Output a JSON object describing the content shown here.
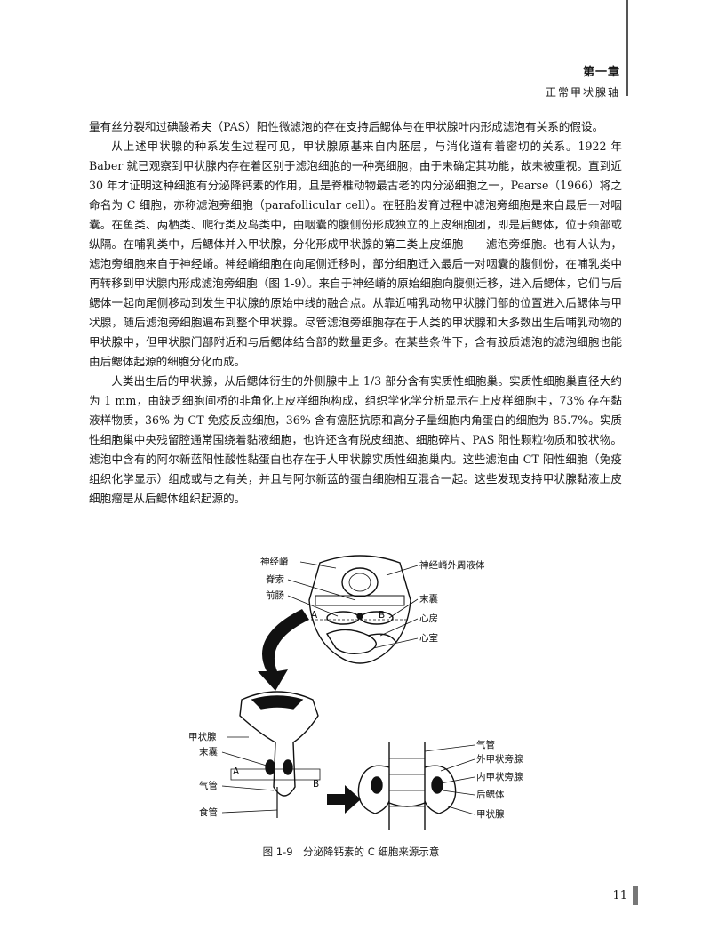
{
  "header": {
    "chapter": "第一章",
    "subtitle": "正常甲状腺轴"
  },
  "paragraphs": [
    "量有丝分裂和过碘酸希夫（PAS）阳性微滤泡的存在支持后鳃体与在甲状腺叶内形成滤泡有关系的假设。",
    "从上述甲状腺的种系发生过程可见，甲状腺原基来自内胚层，与消化道有着密切的关系。1922 年 Baber 就已观察到甲状腺内存在着区别于滤泡细胞的一种亮细胞，由于未确定其功能，故未被重视。直到近 30 年才证明这种细胞有分泌降钙素的作用，且是脊椎动物最古老的内分泌细胞之一，Pearse（1966）将之命名为 C 细胞，亦称滤泡旁细胞（parafollicular cell）。在胚胎发育过程中滤泡旁细胞是来自最后一对咽囊。在鱼类、两栖类、爬行类及鸟类中，由咽囊的腹侧份形成独立的上皮细胞团，即是后鳃体，位于颈部或纵隔。在哺乳类中，后鳃体并入甲状腺，分化形成甲状腺的第二类上皮细胞——滤泡旁细胞。也有人认为，滤泡旁细胞来自于神经嵴。神经嵴细胞在向尾侧迁移时，部分细胞迁入最后一对咽囊的腹侧份，在哺乳类中再转移到甲状腺内形成滤泡旁细胞（图 1-9）。来自于神经嵴的原始细胞向腹侧迁移，进入后鳃体，它们与后鳃体一起向尾侧移动到发生甲状腺的原始中线的融合点。从靠近哺乳动物甲状腺门部的位置进入后鳃体与甲状腺，随后滤泡旁细胞遍布到整个甲状腺。尽管滤泡旁细胞存在于人类的甲状腺和大多数出生后哺乳动物的甲状腺中，但甲状腺门部附近和与后鳃体结合部的数量更多。在某些条件下，含有胶质滤泡的滤泡细胞也能由后鳃体起源的细胞分化而成。",
    "人类出生后的甲状腺，从后鳃体衍生的外侧腺中上 1/3 部分含有实质性细胞巢。实质性细胞巢直径大约为 1 mm，由缺乏细胞间桥的非角化上皮样细胞构成，组织学化学分析显示在上皮样细胞中，73% 存在黏液样物质，36% 为 CT 免疫反应细胞，36% 含有癌胚抗原和高分子量细胞内角蛋白的细胞为 85.7%。实质性细胞巢中央残留腔通常围绕着黏液细胞，也许还含有脱皮细胞、细胞碎片、PAS 阳性颗粒物质和胶状物。滤泡中含有的阿尔新蓝阳性酸性黏蛋白也存在于人甲状腺实质性细胞巢内。这些滤泡由 CT 阳性细胞（免疫组织化学显示）组成或与之有关，并且与阿尔新蓝的蛋白细胞相互混合一起。这些发现支持甲状腺黏液上皮细胞瘤是从后鳃体组织起源的。"
  ],
  "figure": {
    "labels": {
      "neural_crest": "神经嵴",
      "notochord": "脊索",
      "foregut": "前肠",
      "neural_crest_mesenchyme": "神经嵴外周液体",
      "ultimobranchial": "末囊",
      "atrium": "心房",
      "ventricle": "心室",
      "a1": "A",
      "b1": "B",
      "thyroid": "甲状腺",
      "ultimobranchial2": "末囊",
      "trachea": "气管",
      "esophagus": "食管",
      "a2": "A",
      "b2": "B",
      "trachea2": "气管",
      "ext_parathyroid": "外甲状旁腺",
      "int_parathyroid": "内甲状旁腺",
      "ultimobranchial_body": "后鳃体",
      "thyroid2": "甲状腺"
    },
    "caption": "图 1-9　分泌降钙素的 C 细胞来源示意"
  },
  "page_number": "11"
}
